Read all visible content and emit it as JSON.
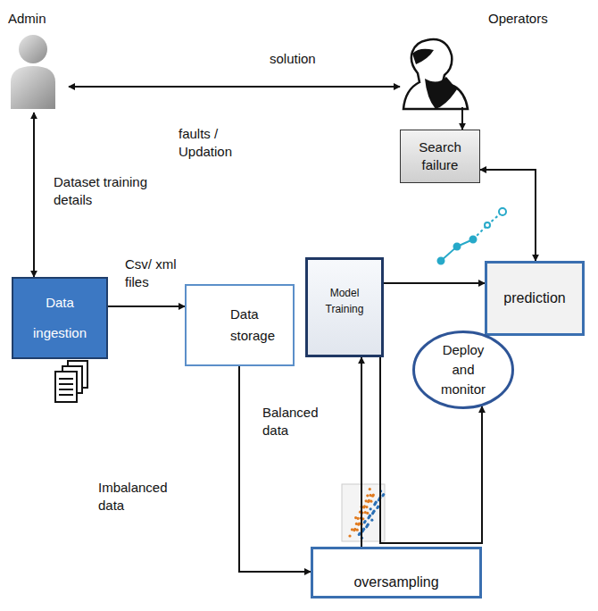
{
  "diagram": {
    "nodes": [
      {
        "text": [
          "Admin"
        ]
      },
      {
        "text": [
          "Operators"
        ]
      },
      {
        "text": [
          "Search failure"
        ]
      },
      {
        "text": [
          "Data ingestion"
        ]
      },
      {
        "text": [
          "Data storage"
        ]
      },
      {
        "text": [
          "Model Training"
        ]
      },
      {
        "text": [
          "prediction"
        ]
      },
      {
        "text": [
          "Deploy and monitor"
        ]
      },
      {
        "text": [
          "oversampling"
        ]
      }
    ],
    "edges": [
      {
        "from": 0,
        "to": 1,
        "label": "solution",
        "arrow": "both"
      },
      {
        "from": 0,
        "to": 3,
        "label": "Dataset training details",
        "arrow": "both"
      },
      {
        "from": 1,
        "to": 2,
        "arrow": "to"
      },
      {
        "from": 2,
        "to": 6,
        "arrow": "both"
      },
      {
        "from": 3,
        "to": 4,
        "label": "Csv/ xml files",
        "arrow": "to"
      },
      {
        "from": 4,
        "to": 8,
        "label": "Imbalanced data",
        "arrow": "to"
      },
      {
        "from": 8,
        "to": 5,
        "label": "Balanced data",
        "arrow": "to"
      },
      {
        "from": 5,
        "to": 6,
        "arrow": "to"
      },
      {
        "from": 5,
        "to": 7,
        "arrow": "to"
      }
    ],
    "labels": [
      "faults / Updation"
    ]
  }
}
